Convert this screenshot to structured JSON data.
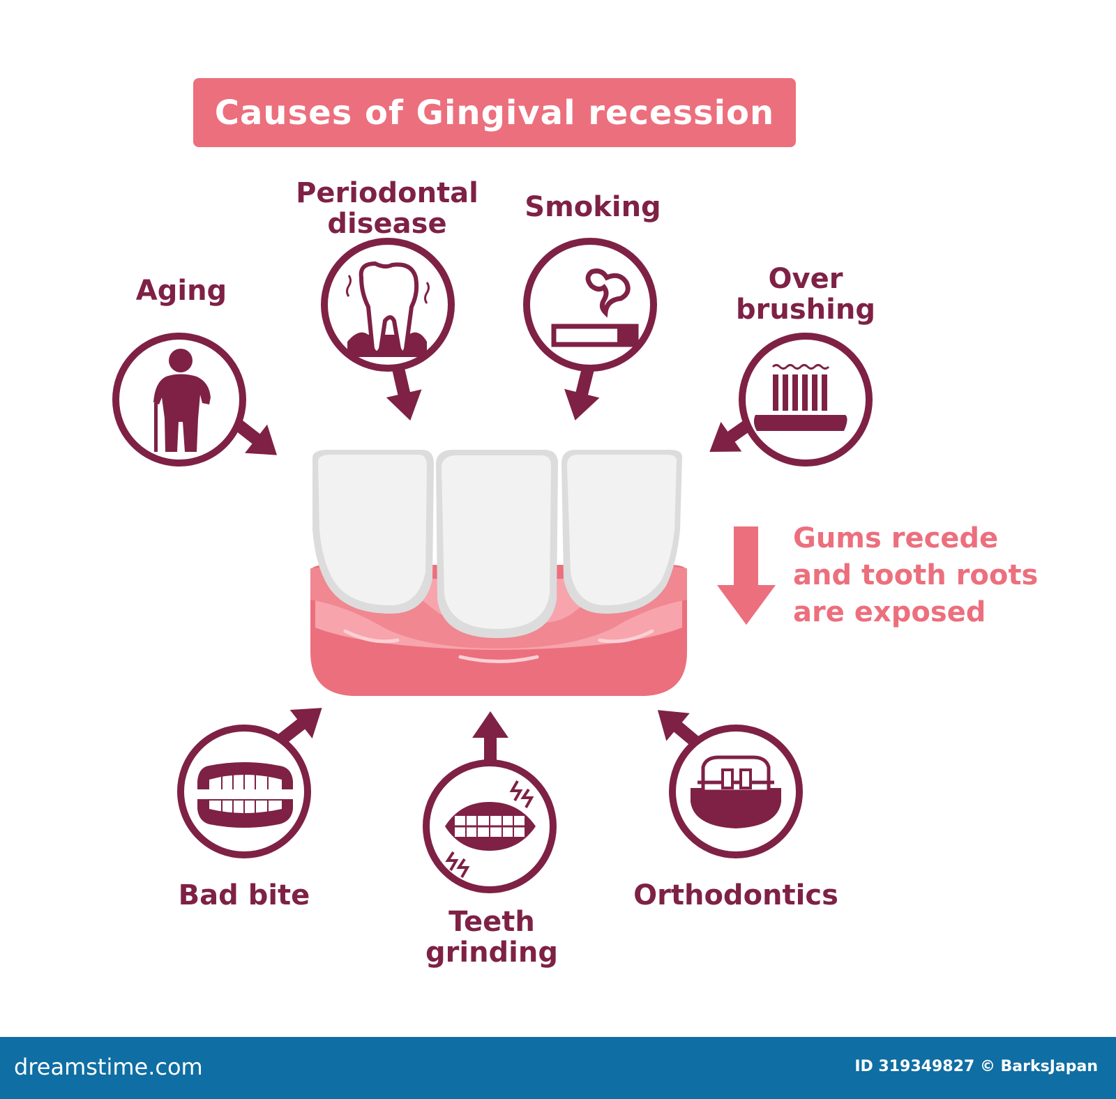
{
  "title": "Causes of Gingival recession",
  "causes": {
    "aging": "Aging",
    "periodontal_1": "Periodontal",
    "periodontal_2": "disease",
    "smoking": "Smoking",
    "over_brushing_1": "Over",
    "over_brushing_2": "brushing",
    "bad_bite": "Bad bite",
    "teeth_grinding_1": "Teeth",
    "teeth_grinding_2": "grinding",
    "orthodontics": "Orthodontics"
  },
  "result": {
    "line1": "Gums recede",
    "line2": "and tooth roots",
    "line3": "are exposed"
  },
  "footer": {
    "logo": "dreamstime.com",
    "id": "ID 319349827 © BarksJapan"
  },
  "colors": {
    "maroon": "#7e2145",
    "pink": "#ec6f7d",
    "footer": "#0f6ea3"
  },
  "icons": [
    "elderly-person-icon",
    "diseased-tooth-icon",
    "cigarette-icon",
    "toothbrush-icon",
    "dentures-icon",
    "grinding-teeth-icon",
    "braces-icon"
  ]
}
